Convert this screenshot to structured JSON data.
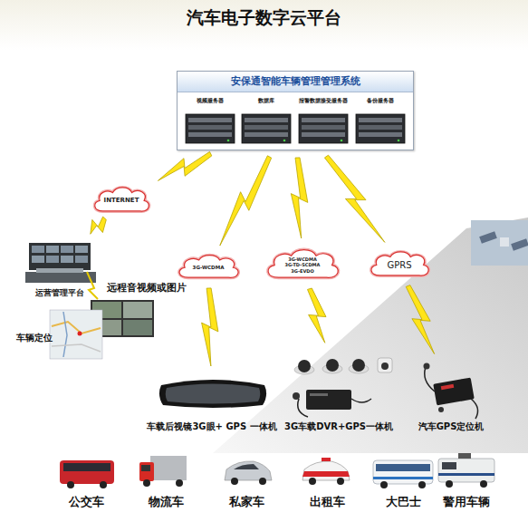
{
  "diagram": {
    "title": "汽车电子数字云平台",
    "nodes": [
      {
        "text": [
          "安保通智能车辆管理管理系统"
        ]
      },
      {
        "text": [
          "视频服务器"
        ],
        "in": 0
      },
      {
        "text": [
          "数据库"
        ],
        "in": 0
      },
      {
        "text": [
          "报警数据接受服务器"
        ],
        "in": 0
      },
      {
        "text": [
          "备份服务器"
        ],
        "in": 0
      },
      {
        "text": [
          "INTERNET"
        ]
      },
      {
        "text": [
          "3G-WCDMA"
        ]
      },
      {
        "text": [
          "3G-WCDMA",
          "3G-TD-SCDMA",
          "3G-EVDO"
        ]
      },
      {
        "text": [
          "GPRS"
        ]
      },
      {
        "text": [
          "运营管理平台"
        ]
      },
      {
        "text": [
          "车载后视镜3G眼+ GPS 一体机"
        ]
      },
      {
        "text": [
          "3G车载DVR+GPS一体机"
        ]
      },
      {
        "text": [
          "汽车GPS定位机"
        ]
      }
    ],
    "edges": [
      {
        "from": 0,
        "to": 5,
        "arrow": "none"
      },
      {
        "from": 5,
        "to": 9,
        "arrow": "none"
      },
      {
        "from": 0,
        "to": 6,
        "arrow": "none"
      },
      {
        "from": 0,
        "to": 7,
        "arrow": "none"
      },
      {
        "from": 0,
        "to": 8,
        "arrow": "none"
      },
      {
        "from": 6,
        "to": 10,
        "arrow": "none"
      },
      {
        "from": 7,
        "to": 11,
        "arrow": "none"
      },
      {
        "from": 8,
        "to": 12,
        "arrow": "none"
      }
    ],
    "labels": [
      "远程音视频或图片",
      "车辆定位",
      "公交车",
      "物流车",
      "私家车",
      "出租车",
      "大巴士",
      "警用车辆"
    ]
  }
}
